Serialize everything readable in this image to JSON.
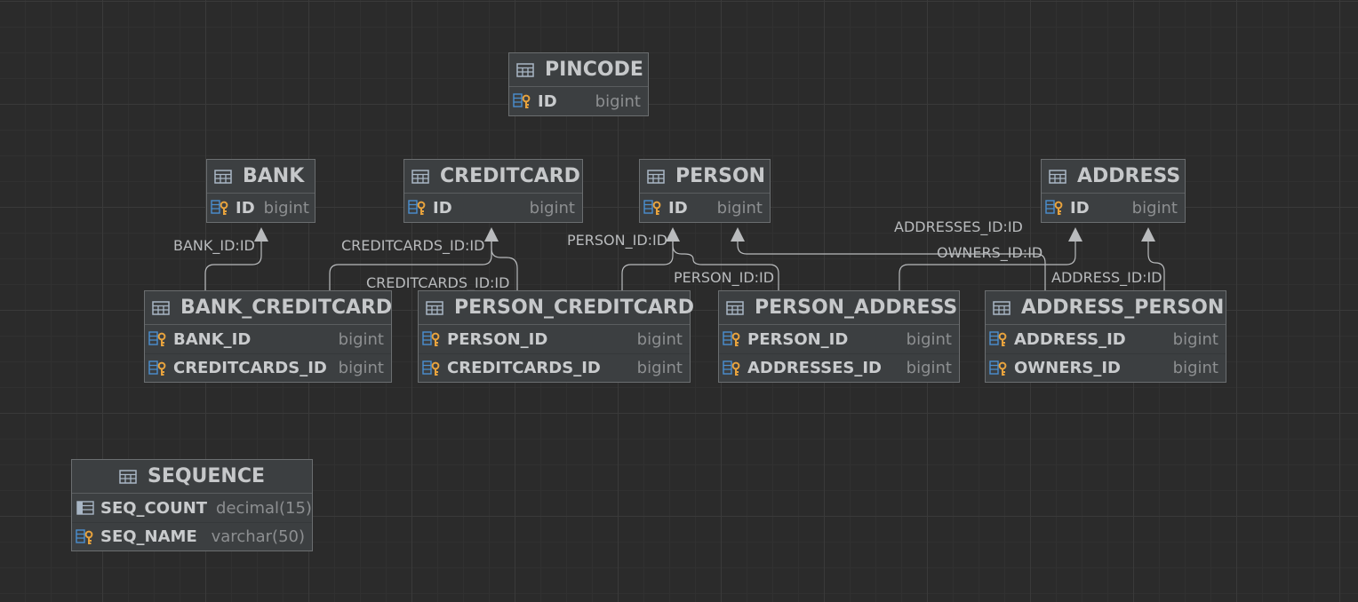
{
  "tables": {
    "pincode": {
      "name": "PINCODE",
      "columns": [
        {
          "name": "ID",
          "type": "bigint",
          "icon": "pk-column-icon"
        }
      ]
    },
    "bank": {
      "name": "BANK",
      "columns": [
        {
          "name": "ID",
          "type": "bigint",
          "icon": "pk-column-icon"
        }
      ]
    },
    "creditcard": {
      "name": "CREDITCARD",
      "columns": [
        {
          "name": "ID",
          "type": "bigint",
          "icon": "pk-column-icon"
        }
      ]
    },
    "person": {
      "name": "PERSON",
      "columns": [
        {
          "name": "ID",
          "type": "bigint",
          "icon": "pk-column-icon"
        }
      ]
    },
    "address": {
      "name": "ADDRESS",
      "columns": [
        {
          "name": "ID",
          "type": "bigint",
          "icon": "pk-column-icon"
        }
      ]
    },
    "bank_creditcard": {
      "name": "BANK_CREDITCARD",
      "columns": [
        {
          "name": "BANK_ID",
          "type": "bigint",
          "icon": "pk-column-icon"
        },
        {
          "name": "CREDITCARDS_ID",
          "type": "bigint",
          "icon": "pk-column-icon"
        }
      ]
    },
    "person_creditcard": {
      "name": "PERSON_CREDITCARD",
      "columns": [
        {
          "name": "PERSON_ID",
          "type": "bigint",
          "icon": "pk-column-icon"
        },
        {
          "name": "CREDITCARDS_ID",
          "type": "bigint",
          "icon": "pk-column-icon"
        }
      ]
    },
    "person_address": {
      "name": "PERSON_ADDRESS",
      "columns": [
        {
          "name": "PERSON_ID",
          "type": "bigint",
          "icon": "pk-column-icon"
        },
        {
          "name": "ADDRESSES_ID",
          "type": "bigint",
          "icon": "pk-column-icon"
        }
      ]
    },
    "address_person": {
      "name": "ADDRESS_PERSON",
      "columns": [
        {
          "name": "ADDRESS_ID",
          "type": "bigint",
          "icon": "pk-column-icon"
        },
        {
          "name": "OWNERS_ID",
          "type": "bigint",
          "icon": "pk-column-icon"
        }
      ]
    },
    "sequence": {
      "name": "SEQUENCE",
      "columns": [
        {
          "name": "SEQ_COUNT",
          "type": "decimal(15)",
          "icon": "column-icon"
        },
        {
          "name": "SEQ_NAME",
          "type": "varchar(50)",
          "icon": "pk-column-icon"
        }
      ]
    }
  },
  "relations": [
    {
      "label": "BANK_ID:ID",
      "from": "BANK_CREDITCARD",
      "to": "BANK"
    },
    {
      "label": "CREDITCARDS_ID:ID",
      "from": "BANK_CREDITCARD",
      "to": "CREDITCARD"
    },
    {
      "label": "CREDITCARDS_ID:ID",
      "from": "PERSON_CREDITCARD",
      "to": "CREDITCARD"
    },
    {
      "label": "PERSON_ID:ID",
      "from": "PERSON_CREDITCARD",
      "to": "PERSON"
    },
    {
      "label": "PERSON_ID:ID",
      "from": "PERSON_ADDRESS",
      "to": "PERSON"
    },
    {
      "label": "ADDRESSES_ID:ID",
      "from": "PERSON_ADDRESS",
      "to": "ADDRESS"
    },
    {
      "label": "OWNERS_ID:ID",
      "from": "ADDRESS_PERSON",
      "to": "PERSON"
    },
    {
      "label": "ADDRESS_ID:ID",
      "from": "ADDRESS_PERSON",
      "to": "ADDRESS"
    }
  ],
  "colors": {
    "background": "#2b2b2b",
    "table_fill": "#3c3f41",
    "table_border": "#6b6e70",
    "edge": "#b9bbbd",
    "key_yellow": "#e8a33d",
    "key_blue": "#4a8fd0"
  }
}
